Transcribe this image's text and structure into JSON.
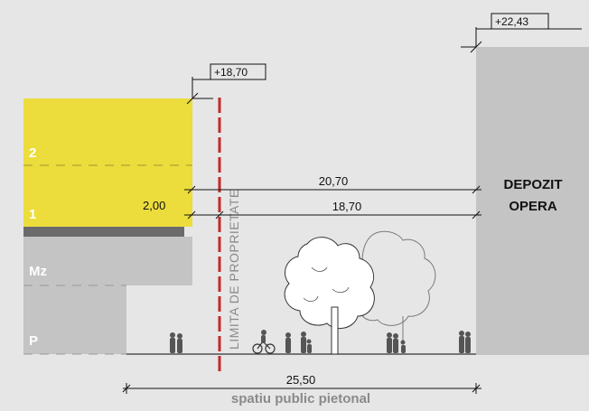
{
  "colors": {
    "background": "#e6e6e6",
    "upper_floors": "#ecdd3d",
    "lower_floors": "#c4c4c4",
    "slab": "#6b6b6b",
    "property_line": "#c62828",
    "opera_building": "#c4c4c4"
  },
  "elevations": {
    "left_building_top": "+18,70",
    "opera_top": "+22,43"
  },
  "floor_labels": {
    "floor_2": "2",
    "floor_1": "1",
    "mezzanine": "Mz",
    "ground": "P"
  },
  "dimensions": {
    "cantilever": "2,00",
    "upper_span": "20,70",
    "lower_span": "18,70",
    "street_width": "25,50"
  },
  "property_limit_label": "LIMITA DE PROPRIETATE",
  "opera_label": {
    "line1": "DEPOZIT",
    "line2": "OPERA"
  },
  "public_space_label": "spatiu public pietonal",
  "icons": [
    "tree-icon",
    "pedestrian-icon",
    "cyclist-icon"
  ]
}
